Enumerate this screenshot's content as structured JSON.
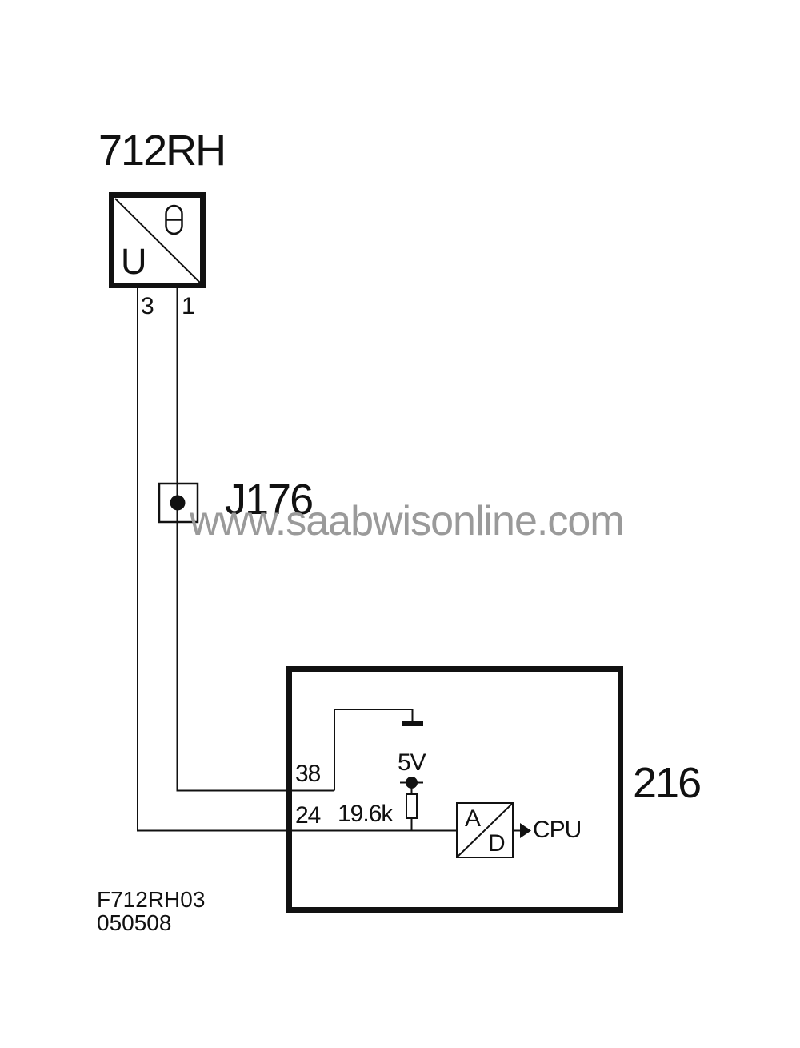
{
  "page": {
    "background": "#ffffff",
    "line_color": "#111111",
    "watermark_color": "#9a9a9a"
  },
  "sensor": {
    "label": "712RH",
    "internal_symbol": "U",
    "icon": "temperature-sensor-icon",
    "pin_left": "3",
    "pin_right": "1"
  },
  "junction": {
    "label": "J176"
  },
  "watermark": {
    "text": "www.saabwisonline.com"
  },
  "ecu": {
    "label": "216",
    "pin_top": "38",
    "pin_bottom": "24",
    "supply_voltage": "5V",
    "resistor_value": "19.6k",
    "adc_a": "A",
    "adc_d": "D",
    "cpu_label": "CPU"
  },
  "footer": {
    "figure_code": "F712RH03",
    "date_code": "050508"
  }
}
